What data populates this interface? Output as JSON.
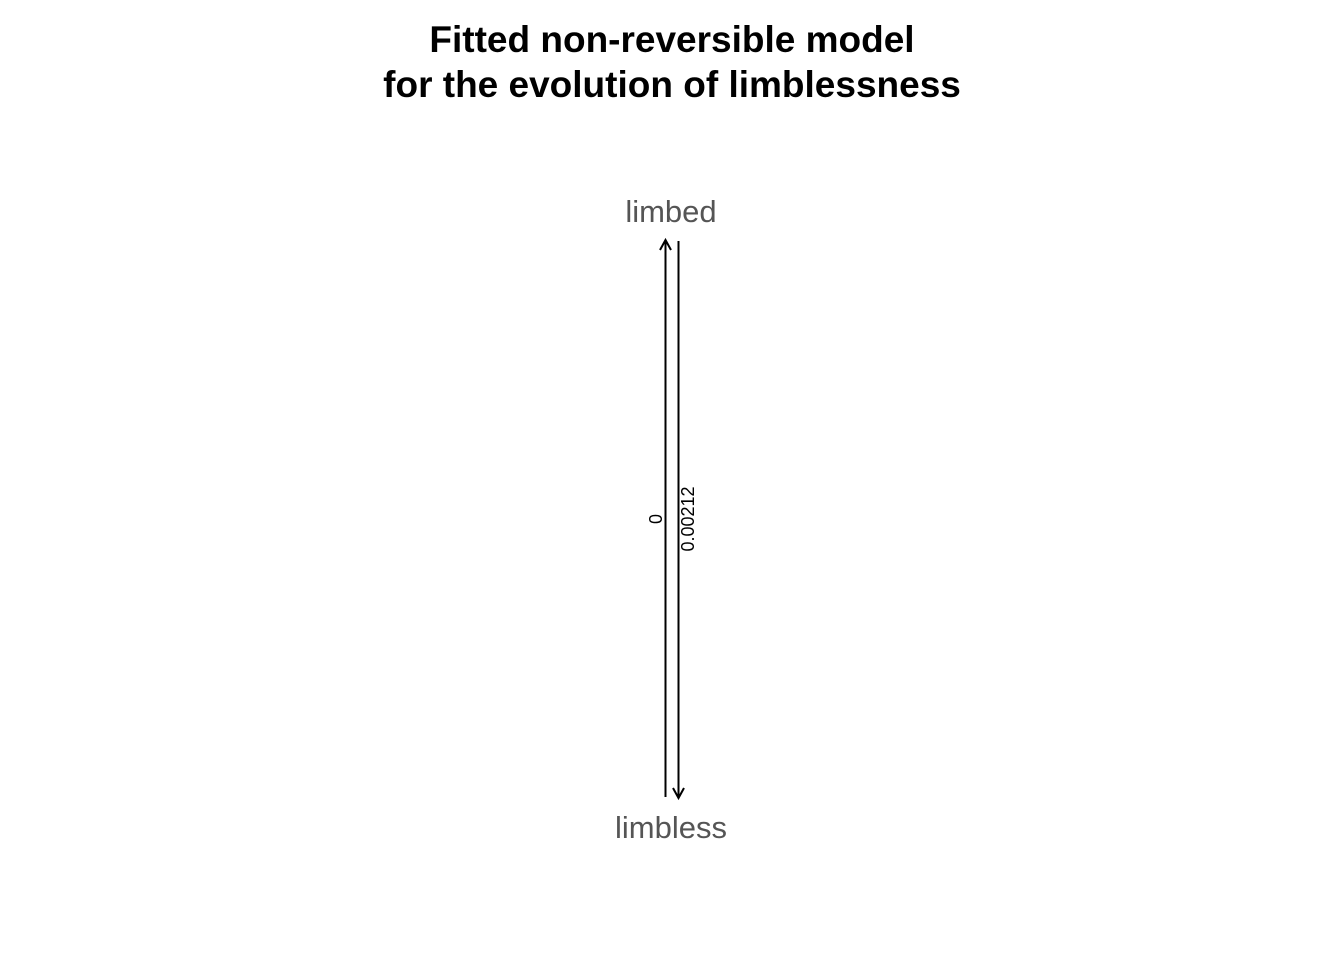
{
  "title": {
    "line1": "Fitted non-reversible model",
    "line2": "for the evolution of limblessness"
  },
  "states": {
    "top": "limbed",
    "bottom": "limbless"
  },
  "transitions": [
    {
      "from": "limbless",
      "to": "limbed",
      "rate": "0"
    },
    {
      "from": "limbed",
      "to": "limbless",
      "rate": "0.00212"
    }
  ],
  "colors": {
    "state_label": "#555555",
    "arrow": "#000000",
    "title": "#000000"
  }
}
